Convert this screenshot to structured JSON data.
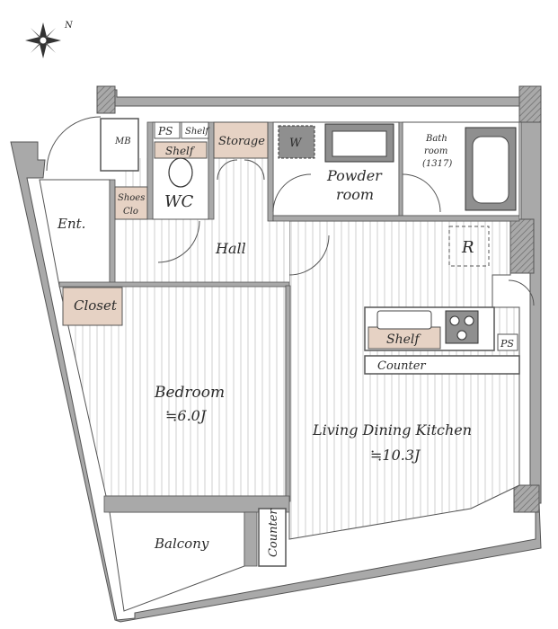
{
  "compass": {
    "north_label": "N"
  },
  "rooms": {
    "mb": "MB",
    "ps_top": "PS",
    "shelf_top": "Shelf",
    "storage": "Storage",
    "shelf_wc": "Shelf",
    "wc": "WC",
    "w_machine": "W",
    "powder_line1": "Powder",
    "powder_line2": "room",
    "bath_line1": "Bath",
    "bath_line2": "room",
    "bath_line3": "(1317)",
    "shoes_line1": "Shoes",
    "shoes_line2": "Clo",
    "entrance": "Ent.",
    "hall": "Hall",
    "refrigerator": "R",
    "closet": "Closet",
    "shelf_kitchen": "Shelf",
    "ps_kitchen": "PS",
    "counter_kitchen": "Counter",
    "bedroom_name": "Bedroom",
    "bedroom_size": "≒6.0J",
    "ldk_name": "Living Dining Kitchen",
    "ldk_size": "≒10.3J",
    "counter_vertical": "Counter",
    "balcony": "Balcony"
  },
  "colors": {
    "wall": "#a9a9a9",
    "wall_stroke": "#555555",
    "floor_hatch": "#cfcfcf",
    "storage_fill": "#e6d2c4",
    "fixture_fill": "#8f8f8f"
  }
}
